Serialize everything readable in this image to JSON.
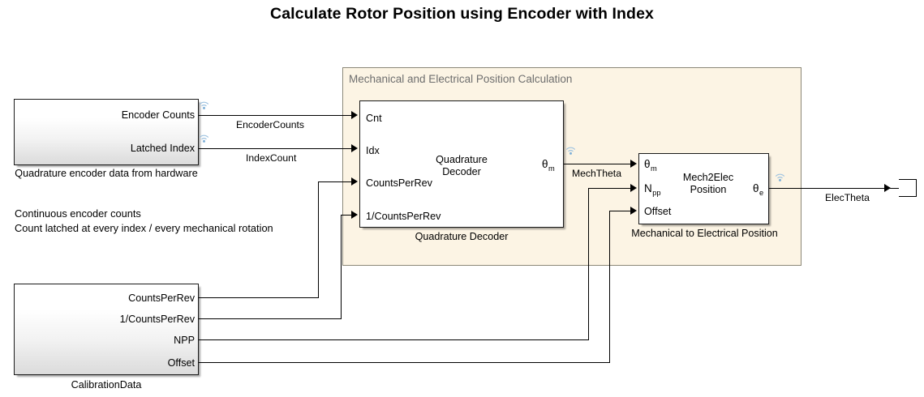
{
  "title": "Calculate Rotor Position using Encoder with Index",
  "colors": {
    "area_fill": "#fcf4e4",
    "area_border": "#8c8878",
    "area_title_text": "#6e6e6e",
    "block_border": "#1a1a1a",
    "block_fill": "#ffffff",
    "wire": "#000000",
    "badge": "#9fc3e0",
    "canvas": "#ffffff"
  },
  "area": {
    "title": "Mechanical and Electrical Position Calculation"
  },
  "blocks": {
    "encoder_source": {
      "caption": "Quadrature encoder data from hardware",
      "outputs": [
        {
          "label": "Encoder Counts",
          "badge": "signal-logging-icon"
        },
        {
          "label": "Latched Index",
          "badge": "signal-logging-icon"
        }
      ]
    },
    "calibration_source": {
      "caption": "CalibrationData",
      "outputs": [
        {
          "label": "CountsPerRev"
        },
        {
          "label": "1/CountsPerRev"
        },
        {
          "label": "NPP"
        },
        {
          "label": "Offset"
        }
      ]
    },
    "quadrature_decoder": {
      "inner_line1": "Quadrature",
      "inner_line2": "Decoder",
      "caption": "Quadrature Decoder",
      "inputs": [
        {
          "label": "Cnt"
        },
        {
          "label": "Idx"
        },
        {
          "label": "CountsPerRev"
        },
        {
          "label": "1/CountsPerRev"
        }
      ],
      "output": {
        "symbol": "θ",
        "subscript": "m",
        "badge": "signal-logging-icon"
      }
    },
    "mech2elec": {
      "inner_line1": "Mech2Elec",
      "inner_line2": "Position",
      "caption": "Mechanical to Electrical Position",
      "inputs": [
        {
          "symbol": "θ",
          "subscript": "m"
        },
        {
          "symbol": "N",
          "subscript": "pp"
        },
        {
          "label": "Offset"
        }
      ],
      "output": {
        "symbol": "θ",
        "subscript": "e",
        "badge": "signal-logging-icon"
      }
    }
  },
  "signals": {
    "encoder_counts": "EncoderCounts",
    "index_count": "IndexCount",
    "mech_theta": "MechTheta",
    "elec_theta": "ElecTheta"
  },
  "annotation": {
    "line1": "Continuous encoder counts",
    "line2": "Count latched at every index / every mechanical rotation"
  },
  "terminator": {
    "name": "outport-terminator"
  }
}
